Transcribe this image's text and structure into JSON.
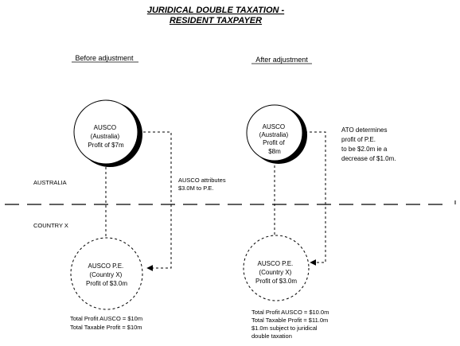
{
  "title": {
    "line1": "JURIDICAL DOUBLE TAXATION -",
    "line2": "RESIDENT TAXPAYER"
  },
  "left": {
    "heading": "Before adjustment",
    "ausco": [
      "AUSCO",
      "(Australia)",
      "Profit of $7m"
    ],
    "pe": [
      "AUSCO P.E.",
      "(Country X)",
      "Profit of $3.0m"
    ],
    "arrow_note": [
      "AUSCO attributes",
      "$3.0M to P.E."
    ],
    "totals": [
      "Total Profit AUSCO = $10m",
      "Total Taxable Profit = $10m"
    ]
  },
  "right": {
    "heading": "After adjustment",
    "ausco": [
      "AUSCO",
      "(Australia)",
      "Profit of",
      "$8m"
    ],
    "pe": [
      "AUSCO P.E.",
      "(Country X)",
      "Profit of $3.0m"
    ],
    "ato_note": [
      "ATO determines",
      "profit of P.E.",
      "to be $2.0m  ie a",
      "decrease of $1.0m."
    ],
    "totals": [
      "Total Profit AUSCO = $10.0m",
      "Total Taxable Profit = $11.0m",
      "$1.0m subject to juridical",
      "double taxation"
    ]
  },
  "regions": {
    "top": "AUSTRALIA",
    "bottom": "COUNTRY X"
  }
}
